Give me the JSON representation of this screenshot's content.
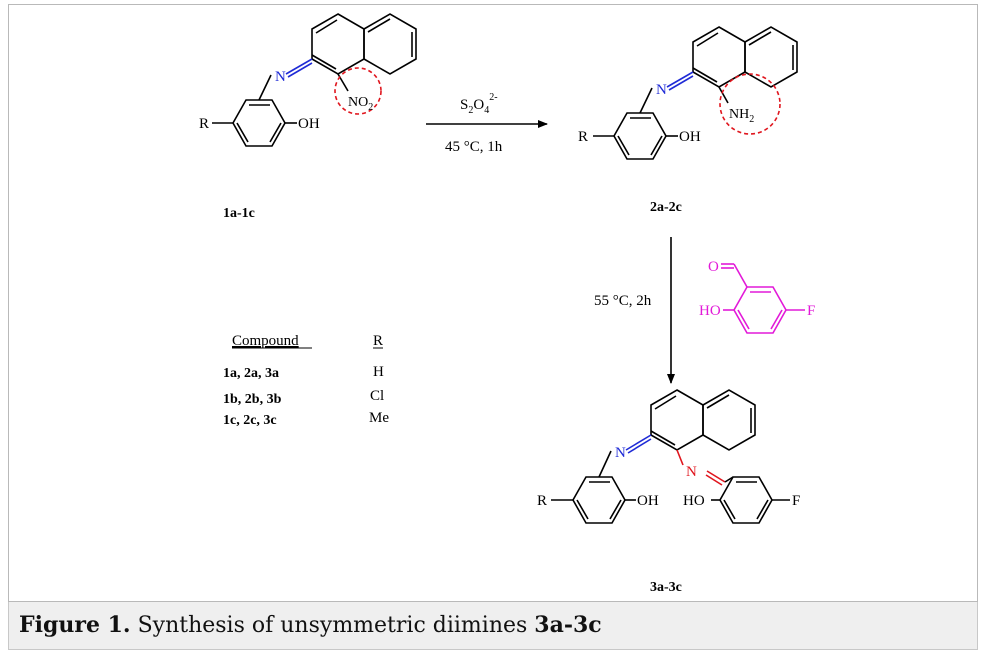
{
  "scheme": {
    "compound1_label": "1a-1c",
    "compound2_label": "2a-2c",
    "compound3_label": "3a-3c",
    "reagent_step1": "S2O4 2-",
    "reagent_step1_parts": {
      "base": "S",
      "sub1": "2",
      "mid": "O",
      "sub2": "4",
      "sup": "2-"
    },
    "conditions_step1": "45 °C, 1h",
    "conditions_step2": "55 °C, 2h",
    "atoms": {
      "N": "N",
      "R": "R",
      "OH": "OH",
      "HO": "HO",
      "F": "F",
      "O": "O",
      "NO2": {
        "base": "NO",
        "sub": "2"
      },
      "NH2": {
        "base": "NH",
        "sub": "2"
      }
    },
    "table": {
      "header_compound": "Compound",
      "header_r": "R",
      "rows": [
        {
          "compound": "1a, 2a, 3a",
          "r": "H"
        },
        {
          "compound": "1b, 2b, 3b",
          "r": "Cl"
        },
        {
          "compound": "1c, 2c, 3c",
          "r": "Me"
        }
      ]
    },
    "colors": {
      "imine_blue": "#1f2bd6",
      "imine_red": "#e0161e",
      "aldehyde_magenta": "#e21ad8",
      "highlight_circle": "#e0161e"
    }
  },
  "caption": {
    "label": "Figure 1.",
    "text": " Synthesis of unsymmetric diimines ",
    "bold_ref": "3a-3c"
  }
}
